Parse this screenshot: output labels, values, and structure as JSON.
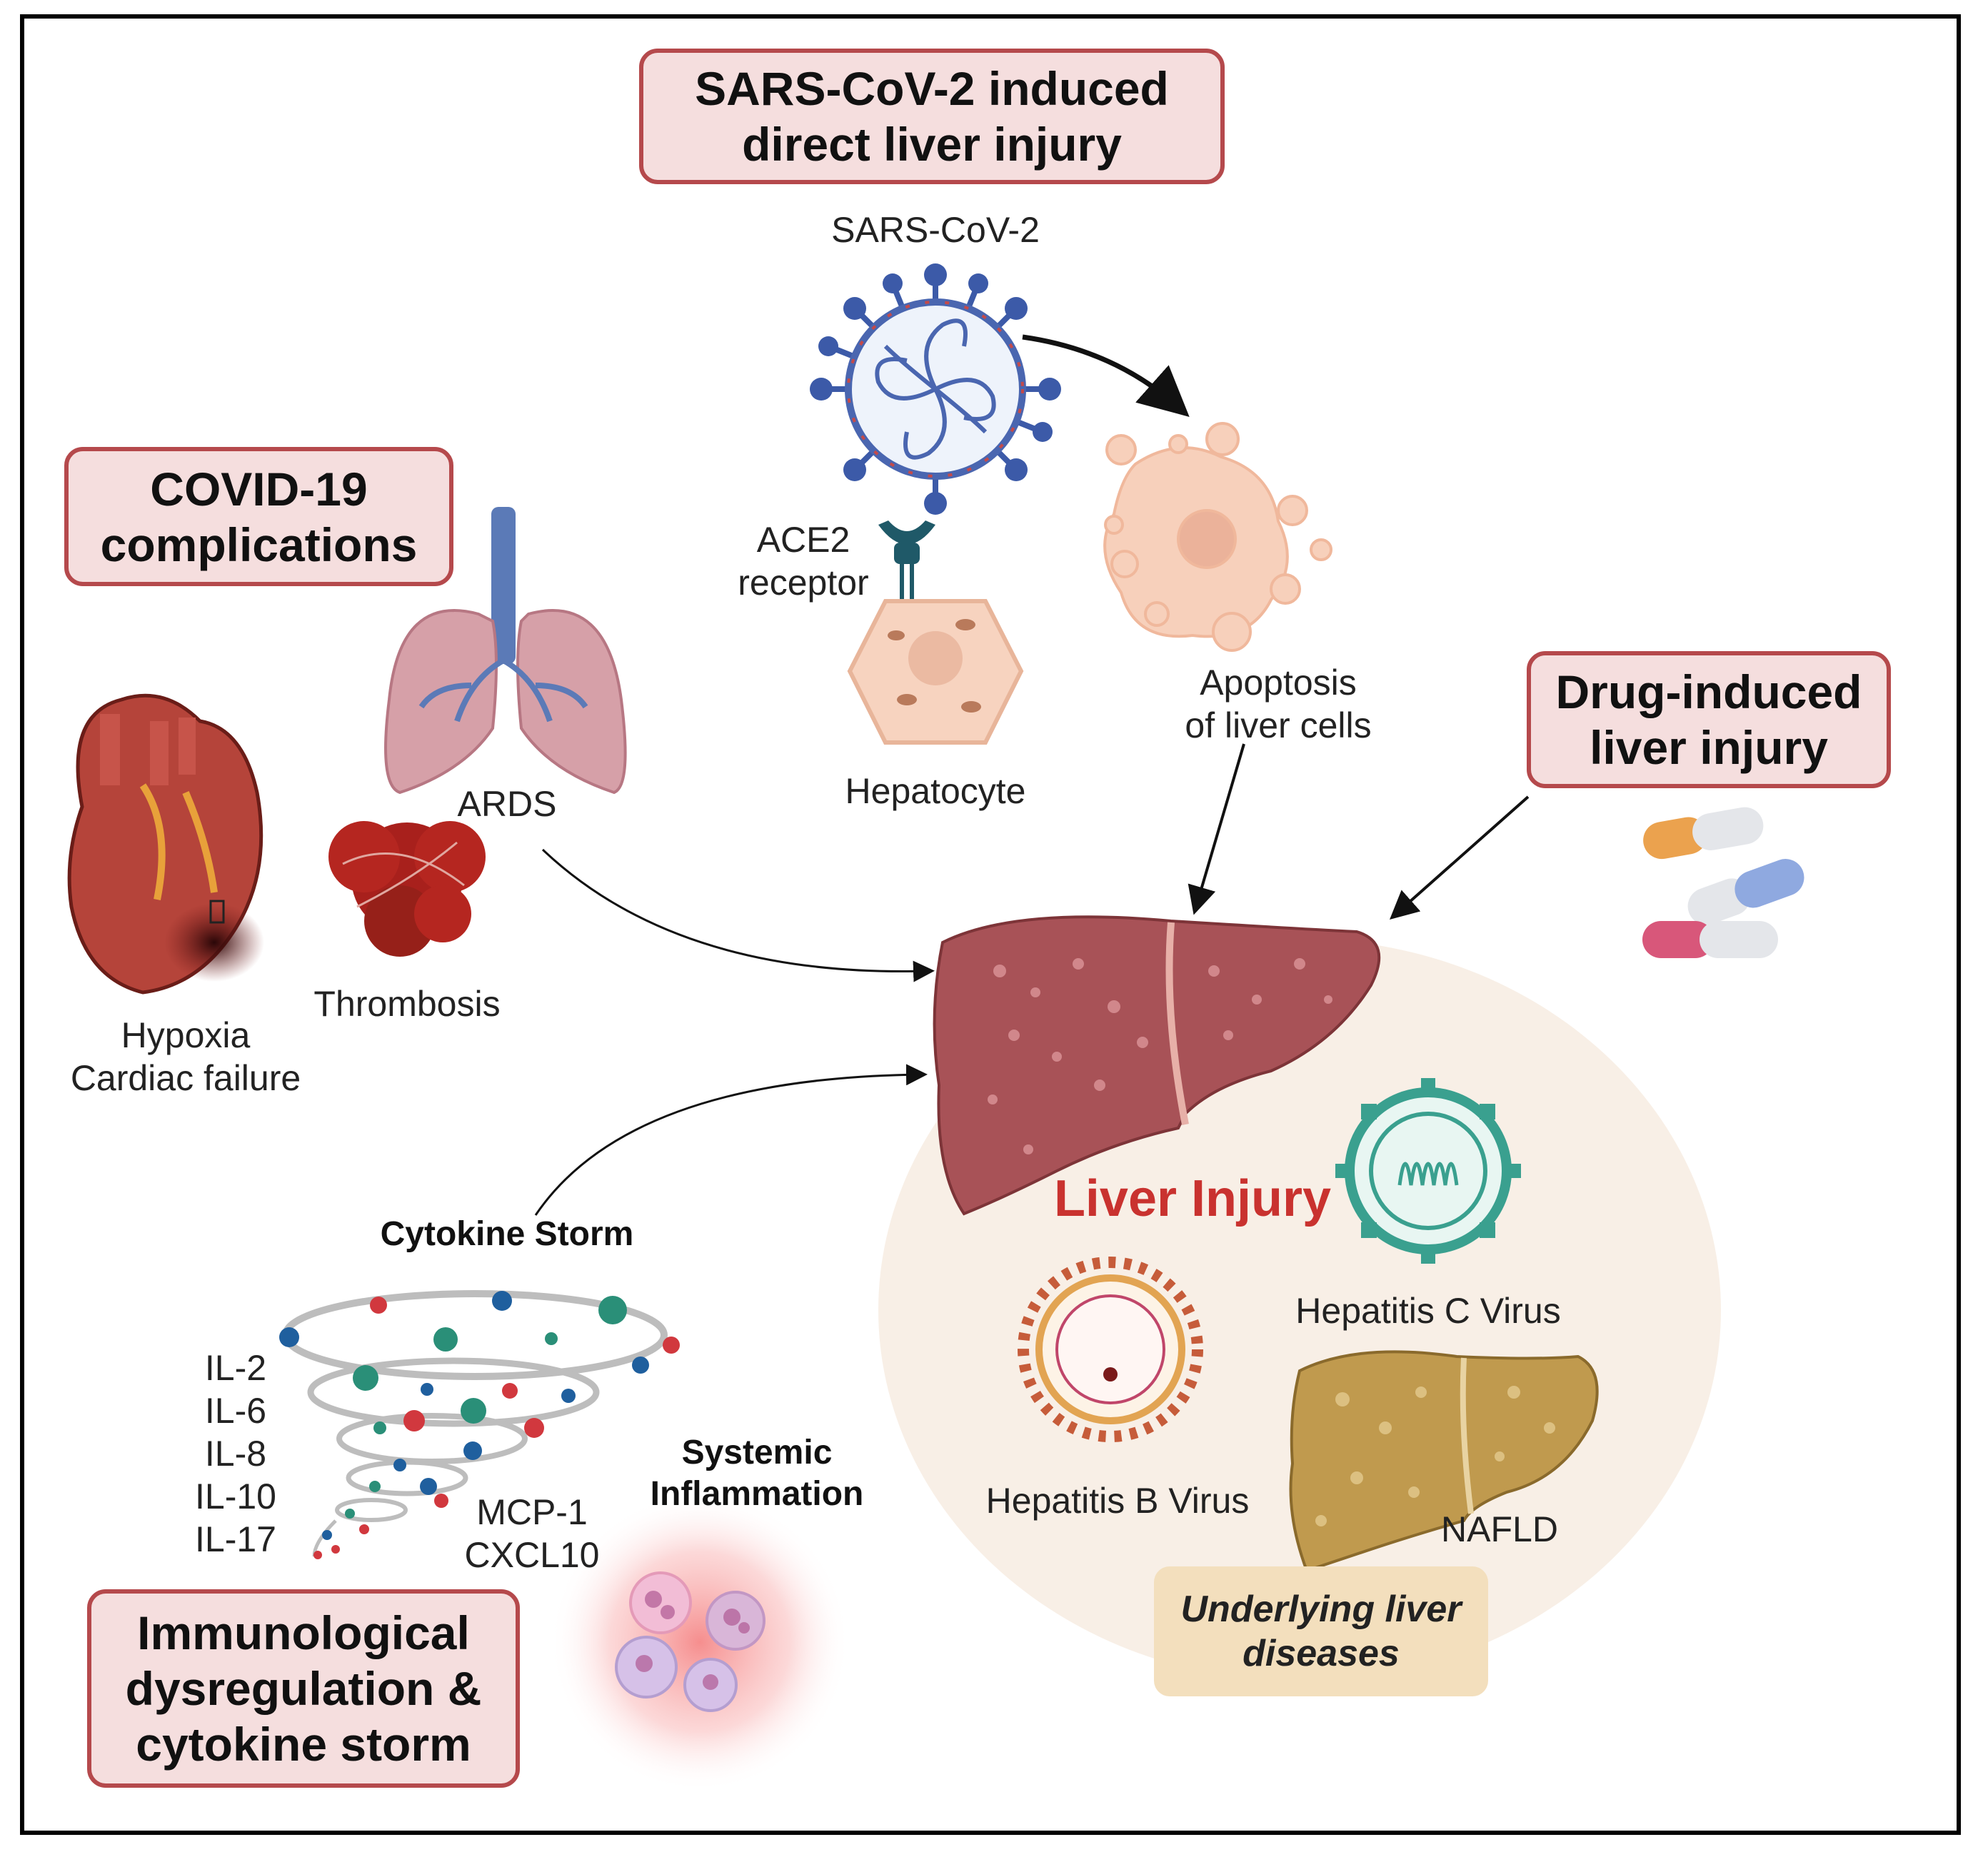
{
  "boxes": {
    "direct_injury": "SARS-CoV-2 induced\ndirect liver injury",
    "covid_complications": "COVID-19\ncomplications",
    "drug_induced": "Drug-induced\nliver injury",
    "immunological": "Immunological\ndysregulation &\ncytokine storm"
  },
  "labels": {
    "sars_cov_2": "SARS-CoV-2",
    "ace2": "ACE2\nreceptor",
    "hepatocyte": "Hepatocyte",
    "apoptosis": "Apoptosis\nof liver cells",
    "ards": "ARDS",
    "thrombosis": "Thrombosis",
    "hypoxia": "Hypoxia\nCardiac failure",
    "cytokine_storm": "Cytokine Storm",
    "interleukins": "IL-2\nIL-6\nIL-8\nIL-10\nIL-17",
    "chemokines": "MCP-1\nCXCL10",
    "systemic_inflammation": "Systemic\nInflammation",
    "liver_injury": "Liver Injury",
    "hcv": "Hepatitis C Virus",
    "hbv": "Hepatitis B Virus",
    "nafld": "NAFLD",
    "underlying": "Underlying liver\ndiseases"
  },
  "colors": {
    "box_border": "#b5494c",
    "box_fill": "#f5dede",
    "liver_injury_text": "#c9322f",
    "underlying_fill": "#f3dfbd",
    "liver_region": "#f8efe6"
  }
}
